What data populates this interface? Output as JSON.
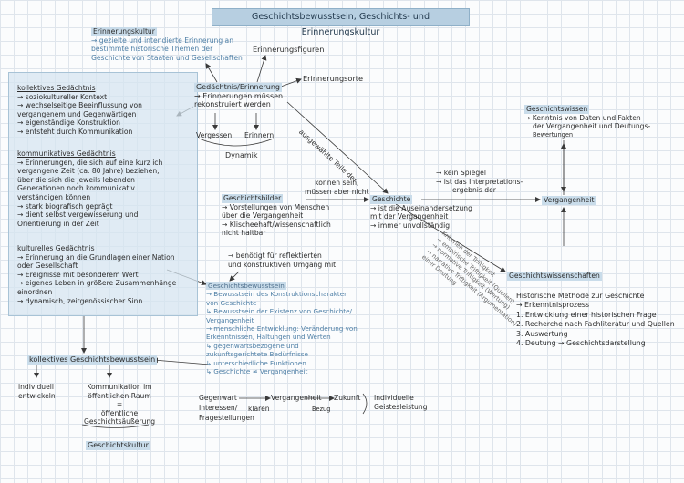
{
  "title": "Geschichtsbewusstsein, Geschichts- und Erinnerungskultur",
  "erinnerungskultur": {
    "heading": "Erinnerungskultur",
    "lines": [
      "→ gezielte und intendierte Erinnerung an",
      "bestimmte historische Themen der",
      "Geschichte von Staaten und Gesellschaften"
    ]
  },
  "panel": {
    "kollektiv": {
      "heading": "kollektives Gedächtnis",
      "lines": [
        "→ soziokultureller Kontext",
        "→ wechselseitige Beeinflussung von",
        "vergangenem und Gegenwärtigen",
        "→ eigenständige Konstruktion",
        "→ entsteht durch Kommunikation"
      ]
    },
    "kommunikativ": {
      "heading": "kommunikatives Gedächtnis",
      "lines": [
        "→ Erinnerungen, die sich auf eine kurz ich",
        "vergangene Zeit (ca. 80 Jahre) beziehen,",
        "über die sich die jeweils lebenden",
        "Generationen noch kommunikativ",
        "verständigen können",
        "→ stark biografisch geprägt",
        "→ dient selbst vergewisserung und",
        "Orientierung in der Zeit"
      ]
    },
    "kulturell": {
      "heading": "kulturelles Gedächtnis",
      "lines": [
        "→ Erinnerung an die Grundlagen einer Nation",
        "oder Gesellschaft",
        "→ Ereignisse mit besonderem Wert",
        "→ eigenes Leben in größere Zusammenhänge",
        "einordnen",
        "→ dynamisch, zeitgenössischer Sinn"
      ]
    }
  },
  "erinnerungsfiguren": "Erinnerungsfiguren",
  "erinnerungsorte": "Erinnerungsorte",
  "gedaechtnis": {
    "heading": "Gedächtnis/Erinnerung",
    "lines": [
      "→ Erinnerungen müssen",
      "rekonstruiert werden"
    ]
  },
  "vergessen": "Vergessen",
  "erinnern": "Erinnern",
  "dynamik": "Dynamik",
  "diagonal_label": "ausgewählte Teile der",
  "koennen": [
    "können sein,",
    "müssen aber nicht"
  ],
  "geschichtsbilder": {
    "heading": "Geschichtsbilder",
    "lines": [
      "→ Vorstellungen von Menschen",
      "über die Vergangenheit",
      "→ Klischeehaft/wissenschaftlich",
      "nicht haltbar"
    ]
  },
  "benoetigt": [
    "→ benötigt für reflektierten",
    "und konstruktiven Umgang mit"
  ],
  "geschichte": {
    "heading": "Geschichte",
    "lines": [
      "→ ist die Auseinandersetzung",
      "mit der Vergangenheit",
      "→ immer unvollständig"
    ]
  },
  "spiegel": [
    "→ kein Spiegel",
    "→ ist das Interpretations-",
    "ergebnis der"
  ],
  "vergangenheit": "Vergangenheit",
  "geschichtswissen": {
    "heading": "Geschichtswissen",
    "lines": [
      "→ Kenntnis von Daten und Fakten",
      "der Vergangenheit und Deutungs-",
      "Bewertungen"
    ]
  },
  "schraeg_text": [
    "Kriterien der Triftigkeit",
    "→ empirische Triftigkeit (Quellen)",
    "→ normative Triftigkeit (Wertung)",
    "→ narrative Triftigkeit (Argumentation)",
    "einer Deutung"
  ],
  "geschichtswissenschaften": {
    "heading": "Geschichtswissenschaften",
    "lines": [
      "Historische Methode zur Geschichte",
      "→ Erkenntnisprozess",
      "1. Entwicklung einer historischen Frage",
      "2. Recherche nach Fachliteratur und Quellen",
      "3. Auswertung",
      "4. Deutung  → Geschichtsdarstellung"
    ]
  },
  "geschichtsbewusstsein": {
    "heading": "Geschichtsbewusstsein",
    "lines": [
      "→ Bewusstsein des Konstruktionscharakter",
      "von Geschichte",
      "↳ Bewusstsein der Existenz von Geschichte/",
      "Vergangenheit",
      "→ menschliche Entwicklung: Veränderung von",
      "Erkenntnissen, Haltungen und Werten",
      "↳ gegenwartsbezogene und",
      "zukunftsgerichtete Bedürfnisse",
      "↳ unterschiedliche Funktionen",
      "↳ Geschichte ≠ Vergangenheit"
    ]
  },
  "kollektives_gb": "kollektives Geschichtsbewusstsein",
  "individuell": [
    "individuell",
    "entwickeln"
  ],
  "kommunikation": [
    "Kommunikation im",
    "öffentlichen Raum",
    "=",
    "öffentliche",
    "Geschichtsäußerung"
  ],
  "geschichtskultur": "Geschichtskultur",
  "timeline": {
    "gegenwart": "Gegenwart",
    "interessen": "Interessen/",
    "fragestellungen": "Fragestellungen",
    "vergangenheit": "Vergangenheit",
    "klaeren": "klären",
    "zukunft": "Zukunft",
    "bezug": "Bezug",
    "individuelle": [
      "Individuelle",
      "Geistesleistung"
    ]
  },
  "colors": {
    "highlight": "#c9dcea",
    "panel": "#d6e5f0",
    "accent": "#4e7fa6",
    "title_bg": "#b7cfe1"
  }
}
